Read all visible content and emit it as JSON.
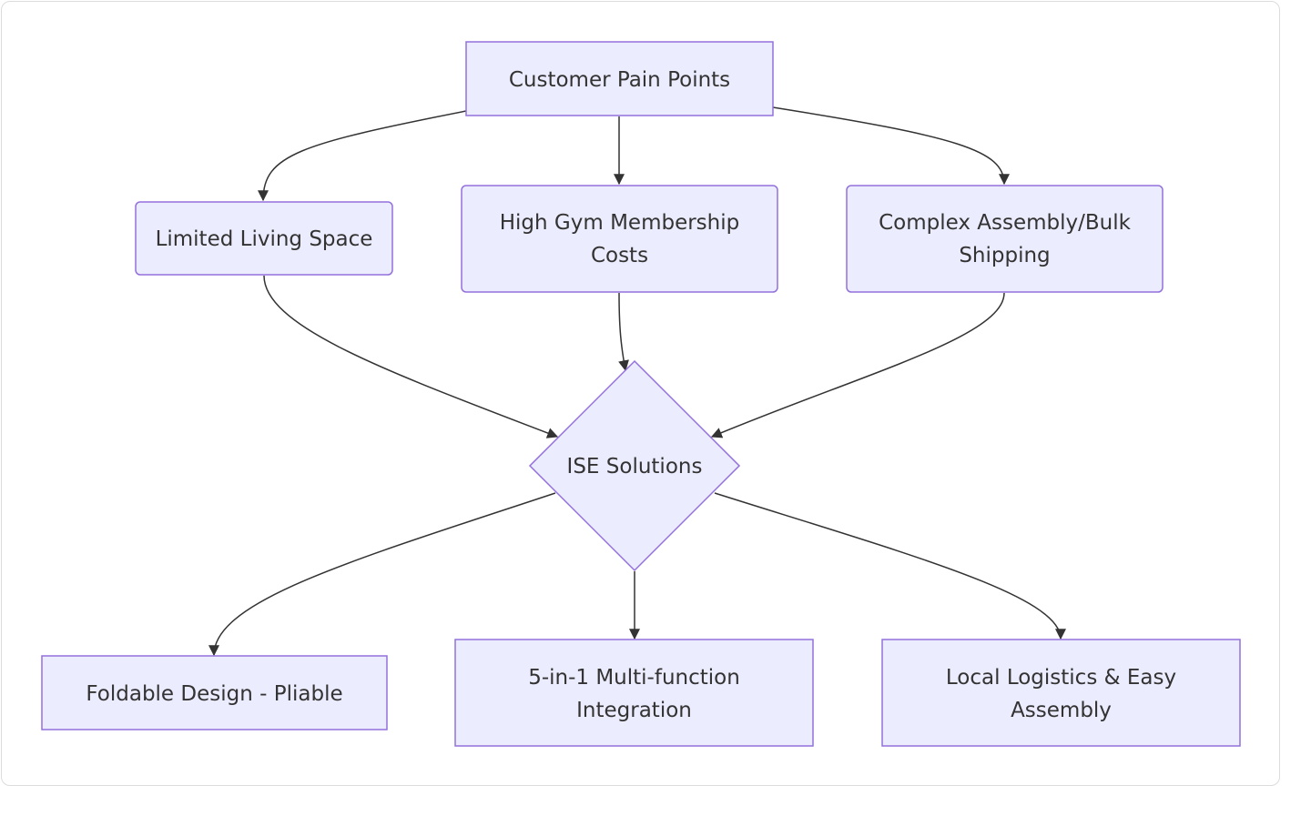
{
  "diagram": {
    "nodes": {
      "pain_points": {
        "lines": [
          "Customer Pain Points"
        ]
      },
      "living_space": {
        "lines": [
          "Limited Living Space"
        ]
      },
      "gym_costs": {
        "lines": [
          "High Gym Membership",
          "Costs"
        ]
      },
      "assembly": {
        "lines": [
          "Complex Assembly/Bulk",
          "Shipping"
        ]
      },
      "ise": {
        "lines": [
          "ISE Solutions"
        ]
      },
      "foldable": {
        "lines": [
          "Foldable Design - Pliable"
        ]
      },
      "multifunction": {
        "lines": [
          "5-in-1 Multi-function",
          "Integration"
        ]
      },
      "logistics": {
        "lines": [
          "Local Logistics & Easy",
          "Assembly"
        ]
      }
    },
    "colors": {
      "node_fill": "#ECECFF",
      "node_stroke": "#9370DB",
      "edge": "#333333",
      "text": "#333333"
    }
  }
}
